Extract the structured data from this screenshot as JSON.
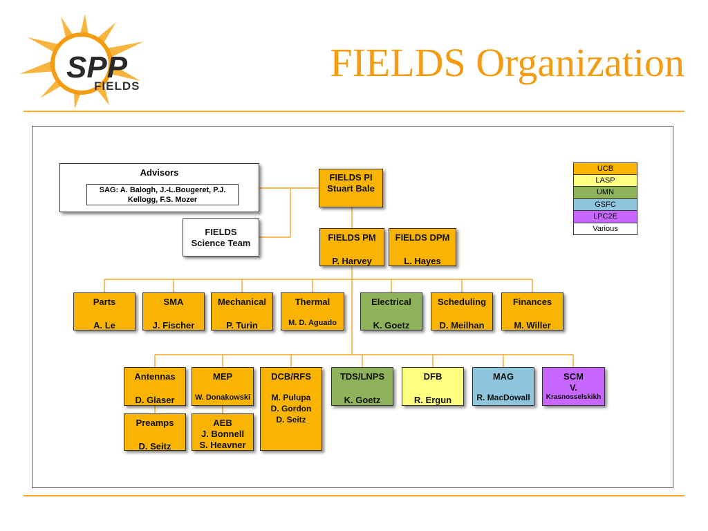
{
  "title": "FIELDS Organization",
  "logo": {
    "mark": "SPP",
    "sub": "FIELDS"
  },
  "advisors": {
    "title": "Advisors",
    "members_line1": "SAG: A. Balogh, J.-L.Bougeret, P.J.",
    "members_line2": "Kellogg, F.S. Mozer"
  },
  "science_team": {
    "line1": "FIELDS",
    "line2": "Science Team"
  },
  "pi": {
    "role": "FIELDS PI",
    "name": "Stuart Bale"
  },
  "pm": {
    "role": "FIELDS PM",
    "name": "P. Harvey"
  },
  "dpm": {
    "role": "FIELDS DPM",
    "name": "L. Hayes"
  },
  "row1": [
    {
      "role": "Parts",
      "name": "A. Le"
    },
    {
      "role": "SMA",
      "name": "J. Fischer"
    },
    {
      "role": "Mechanical",
      "name": "P. Turin"
    },
    {
      "role": "Thermal",
      "name": "M. D. Aguado"
    },
    {
      "role": "Electrical",
      "name": "K. Goetz"
    },
    {
      "role": "Scheduling",
      "name": "D. Meilhan"
    },
    {
      "role": "Finances",
      "name": "M. Willer"
    }
  ],
  "row2": [
    {
      "role": "Antennas",
      "name": "D. Glaser"
    },
    {
      "role": "MEP",
      "name": "W. Donakowski"
    },
    {
      "role": "DCB/RFS",
      "name1": "M. Pulupa",
      "name2": "D. Gordon",
      "name3": "D. Seitz"
    },
    {
      "role": "TDS/LNPS",
      "name": "K. Goetz"
    },
    {
      "role": "DFB",
      "name": "R. Ergun"
    },
    {
      "role": "MAG",
      "name": "R. MacDowall"
    },
    {
      "role": "SCM",
      "name1": "V.",
      "name2": "Krasnosselskikh"
    }
  ],
  "preamps": {
    "role": "Preamps",
    "name": "D. Seitz"
  },
  "aeb": {
    "role": "AEB",
    "name1": "J. Bonnell",
    "name2": "S. Heavner"
  },
  "legend": [
    {
      "label": "UCB",
      "color": "#f8b400"
    },
    {
      "label": "LASP",
      "color": "#ffff80"
    },
    {
      "label": "UMN",
      "color": "#8fb35a"
    },
    {
      "label": "GSFC",
      "color": "#90c6dd"
    },
    {
      "label": "LPC2E",
      "color": "#c767ff"
    },
    {
      "label": "Various",
      "color": "#ffffff"
    }
  ],
  "colors": {
    "accent": "#f39c12",
    "line": "#f5a623"
  }
}
